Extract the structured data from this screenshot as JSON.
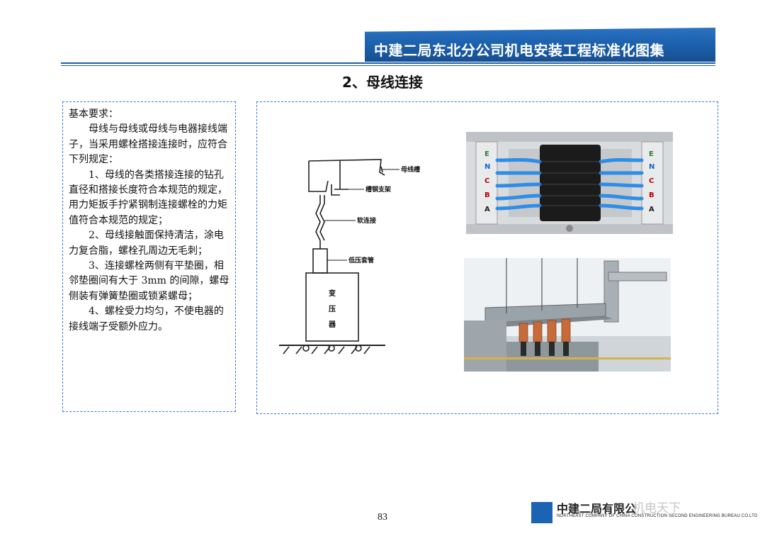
{
  "header": {
    "title": "中建二局东北分公司机电安装工程标准化图集"
  },
  "page_title": "2、母线连接",
  "requirements": [
    "基本要求：",
    "母线与母线或母线与电器接线端子，当采用螺栓搭接连接时，应符合下列规定：",
    "1、母线的各类搭接连接的钻孔直径和搭接长度符合本规范的规定，用力矩扳手拧紧钢制连接螺栓的力矩值符合本规范的规定；",
    "2、母线接触面保持清洁，涂电力复合脂，螺栓孔周边无毛刺；",
    "3、连接螺栓两侧有平垫圈，相邻垫圈间有大于 3mm 的间隙，螺母侧装有弹簧垫圈或锁紧螺母；",
    "4、螺栓受力均匀，不使电器的接线端子受额外应力。"
  ],
  "diagram": {
    "labels": {
      "busway": "母线槽",
      "bracket": "槽钢支架",
      "soft_link": "软连接",
      "bushing": "低压套管",
      "transformer": "变压器"
    },
    "phase_letters": [
      "A",
      "B",
      "C",
      "N",
      "E"
    ]
  },
  "page_number": "83",
  "footer": {
    "company": "中建二局有限公",
    "company_en": "NORTHEAST COMPANY OF CHINA CONSTRUCTION SECOND ENGINEERING BUREAU CO.LTD",
    "watermark": "机电天下"
  },
  "colors": {
    "accent": "#1f5fa5",
    "dashed_border": "#3a7bd5"
  }
}
